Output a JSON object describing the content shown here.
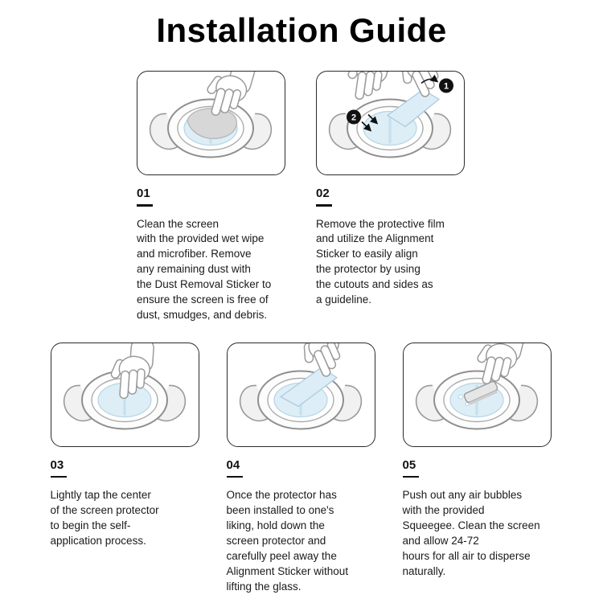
{
  "page": {
    "title": "Installation Guide"
  },
  "steps": [
    {
      "number": "01",
      "text": "Clean the screen\nwith the provided wet wipe\nand microfiber. Remove\nany remaining dust with\nthe Dust Removal Sticker to\nensure the screen is free of\ndust, smudges, and debris."
    },
    {
      "number": "02",
      "text": "Remove the protective film\nand utilize the Alignment\nSticker to easily align\nthe protector by using\nthe cutouts and sides as\na guideline."
    },
    {
      "number": "03",
      "text": "Lightly tap the center\nof the screen protector\nto begin the self-\napplication process."
    },
    {
      "number": "04",
      "text": "Once the protector has\nbeen installed to one's\nliking, hold down the\nscreen protector and\ncarefully peel away the\nAlignment Sticker without\nlifting the glass."
    },
    {
      "number": "05",
      "text": "Push out any air bubbles\nwith the provided\nSqueegee. Clean the screen\nand allow 24-72\nhours for all air to disperse\nnaturally."
    }
  ],
  "illustrations": {
    "step2": {
      "badge1": "1",
      "badge2": "2"
    }
  },
  "colors": {
    "text": "#111111",
    "panel_border": "#2b2b2b",
    "device_stroke": "#8f8f8f",
    "protector_fill": "#ddeef6",
    "cloth_fill": "#d7d7d7",
    "badge_fill": "#111111"
  }
}
